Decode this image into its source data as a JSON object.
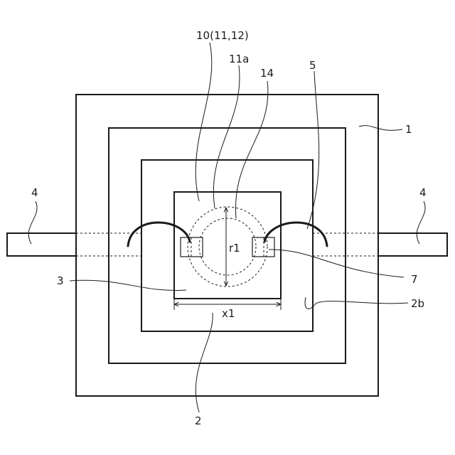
{
  "labels": {
    "part_10": "10(11,12)",
    "part_11a": "11a",
    "part_14": "14",
    "part_5": "5",
    "part_1": "1",
    "part_4_left": "4",
    "part_4_right": "4",
    "part_3": "3",
    "part_7": "7",
    "part_2b": "2b",
    "part_2": "2",
    "dim_r1": "r1",
    "dim_x1": "x1"
  }
}
